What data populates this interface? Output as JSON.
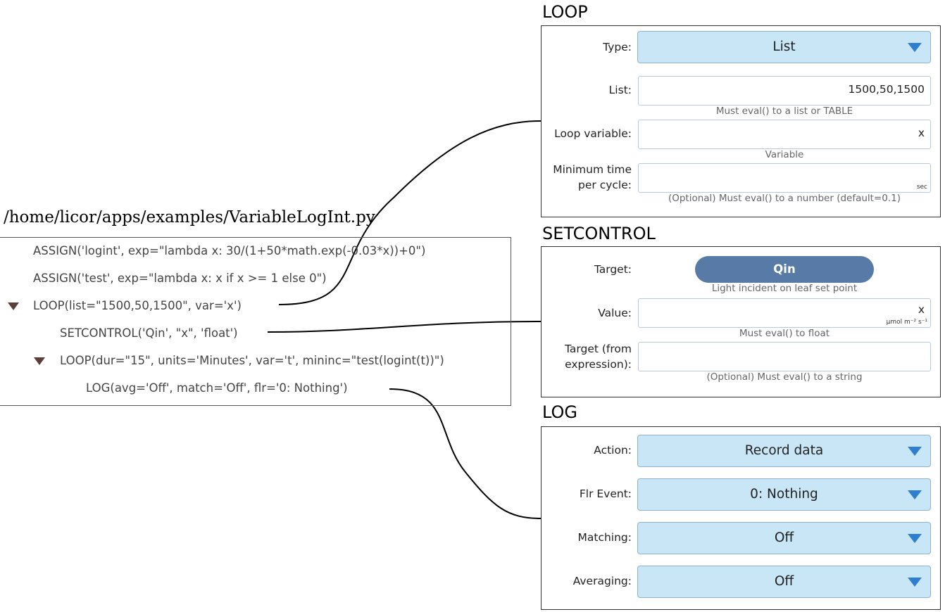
{
  "file_path": "/home/licor/apps/examples/VariableLogInt.py",
  "program": {
    "lines": [
      "ASSIGN('logint', exp=\"lambda x: 30/(1+50*math.exp(-0.03*x))+0\")",
      "ASSIGN('test', exp=\"lambda x: x if x >= 1 else 0\")",
      "LOOP(list=\"1500,50,1500\", var='x')",
      "SETCONTROL('Qin', \"x\", 'float')",
      "LOOP(dur=\"15\", units='Minutes', var='t', mininc=\"test(logint(t))\")",
      "LOG(avg='Off', match='Off', flr='0: Nothing')"
    ]
  },
  "loop_panel": {
    "title": "LOOP",
    "type_label": "Type:",
    "type_value": "List",
    "list_label": "List:",
    "list_value": "1500,50,1500",
    "list_hint": "Must eval() to a list or TABLE",
    "var_label": "Loop variable:",
    "var_value": "x",
    "var_hint": "Variable",
    "min_label_1": "Minimum time",
    "min_label_2": "per cycle:",
    "min_unit": "sec",
    "min_hint": "(Optional) Must eval() to a number (default=0.1)"
  },
  "setcontrol_panel": {
    "title": "SETCONTROL",
    "target_label": "Target:",
    "target_value": "Qin",
    "target_hint": "Light incident on leaf set point",
    "value_label": "Value:",
    "value_value": "x",
    "value_unit": "µmol m⁻² s⁻¹",
    "value_hint": "Must eval() to float",
    "expr_label_1": "Target (from",
    "expr_label_2": "expression):",
    "expr_hint": "(Optional) Must eval() to a string"
  },
  "log_panel": {
    "title": "LOG",
    "action_label": "Action:",
    "action_value": "Record data",
    "flr_label": "Flr Event:",
    "flr_value": "0: Nothing",
    "matching_label": "Matching:",
    "matching_value": "Off",
    "averaging_label": "Averaging:",
    "averaging_value": "Off"
  },
  "colors": {
    "dropdown_bg": "#c9e6f7",
    "dropdown_arrow": "#2f7fd0",
    "pill_bg": "#587aa6",
    "tree_triangle": "#5a3f38"
  }
}
